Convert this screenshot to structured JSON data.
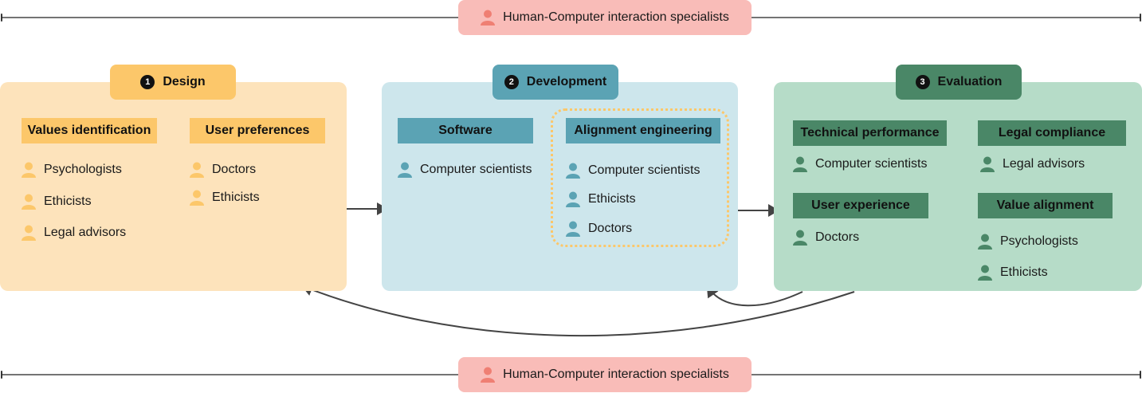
{
  "hci_top": {
    "label": "Human-Computer interaction specialists",
    "icon": "person-icon"
  },
  "hci_bottom": {
    "label": "Human-Computer interaction specialists",
    "icon": "person-icon"
  },
  "colors": {
    "design_bg": "#fde3bb",
    "design_accent": "#fcc76a",
    "dev_bg": "#cde6ec",
    "dev_accent": "#5ba3b4",
    "eval_bg": "#b6dcc8",
    "eval_accent": "#4a8767",
    "hci": "#f9bcb8",
    "hci_icon": "#ef7f73"
  },
  "design": {
    "number": "1",
    "title": "Design",
    "values_identification": {
      "title": "Values identification",
      "people": [
        "Psychologists",
        "Ethicists",
        "Legal advisors"
      ]
    },
    "user_preferences": {
      "title": "User preferences",
      "people": [
        "Doctors",
        "Ethicists"
      ]
    }
  },
  "development": {
    "number": "2",
    "title": "Development",
    "software": {
      "title": "Software",
      "people": [
        "Computer scientists"
      ]
    },
    "alignment_engineering": {
      "title": "Alignment engineering",
      "people": [
        "Computer scientists",
        "Ethicists",
        "Doctors"
      ]
    }
  },
  "evaluation": {
    "number": "3",
    "title": "Evaluation",
    "technical_performance": {
      "title": "Technical performance",
      "people": [
        "Computer scientists"
      ]
    },
    "legal_compliance": {
      "title": "Legal compliance",
      "people": [
        "Legal advisors"
      ]
    },
    "user_experience": {
      "title": "User experience",
      "people": [
        "Doctors"
      ]
    },
    "value_alignment": {
      "title": "Value alignment",
      "people": [
        "Psychologists",
        "Ethicists"
      ]
    }
  }
}
